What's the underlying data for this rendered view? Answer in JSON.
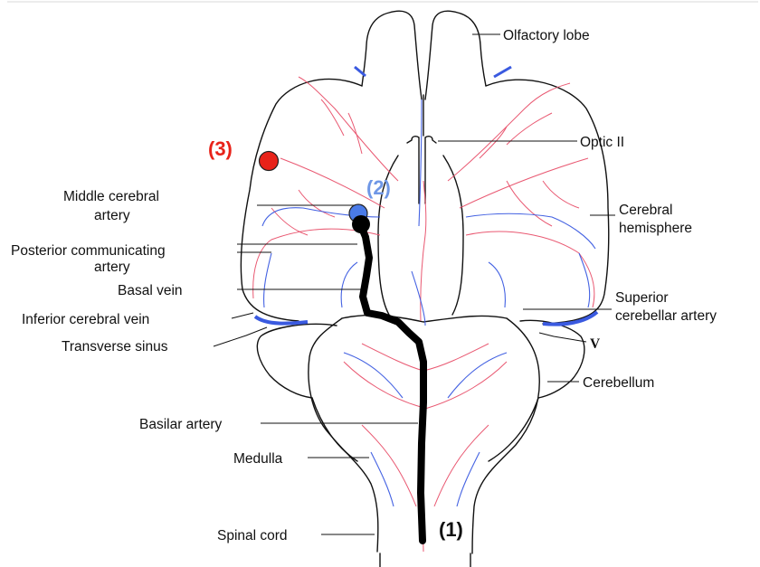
{
  "labels": {
    "olfactory_lobe": "Olfactory lobe",
    "optic_ii": "Optic II",
    "middle_cerebral_artery_1": "Middle cerebral",
    "middle_cerebral_artery_2": "artery",
    "cerebral_hemisphere_1": "Cerebral",
    "cerebral_hemisphere_2": "hemisphere",
    "posterior_communicating_1": "Posterior communicating",
    "posterior_communicating_2": "artery",
    "basal_vein": "Basal vein",
    "superior_cerebellar_1": "Superior",
    "superior_cerebellar_2": "cerebellar artery",
    "inferior_cerebral_vein": "Inferior cerebral vein",
    "transverse_sinus": "Transverse sinus",
    "v": "V",
    "cerebellum": "Cerebellum",
    "basilar_artery": "Basilar artery",
    "medulla": "Medulla",
    "spinal_cord": "Spinal cord"
  },
  "markers": {
    "m1": "(1)",
    "m2": "(2)",
    "m3": "(3)"
  },
  "colors": {
    "artery": "#e8506a",
    "vein": "#3a5ae0",
    "marker_red": "#e8231a",
    "marker_blue": "#4a7be8",
    "path": "#000000"
  }
}
